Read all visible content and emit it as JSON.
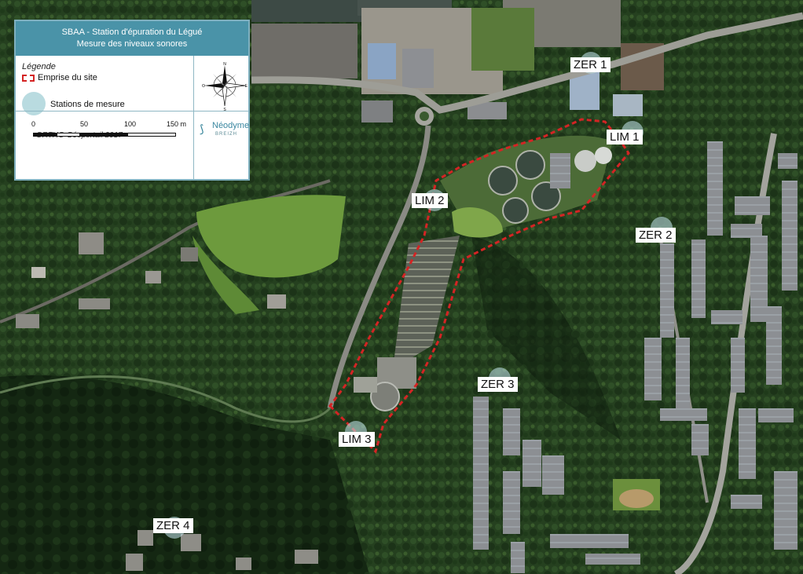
{
  "legend": {
    "title_line1": "SBAA - Station d'épuration du Légué",
    "title_line2": "Mesure des niveaux sonores",
    "legend_title": "Légende",
    "site_label": "Emprise du site",
    "station_label": "Stations de mesure",
    "source": "ORTHO Géoportail 2017",
    "scale": {
      "ticks": [
        "0",
        "50",
        "100",
        "150 m"
      ]
    }
  },
  "compass": {
    "labels": [
      "N",
      "S",
      "E",
      "O"
    ]
  },
  "branding": {
    "name": "Néodyme",
    "sub": "BREIZH",
    "icon": "neodyme-logo-icon"
  },
  "stations": [
    {
      "id": "zer1",
      "label": "ZER 1"
    },
    {
      "id": "lim1",
      "label": "LIM 1"
    },
    {
      "id": "lim2",
      "label": "LIM 2"
    },
    {
      "id": "zer2",
      "label": "ZER 2"
    },
    {
      "id": "zer3",
      "label": "ZER 3"
    },
    {
      "id": "lim3",
      "label": "LIM 3"
    },
    {
      "id": "zer4",
      "label": "ZER 4"
    }
  ],
  "colors": {
    "site_boundary": "#d42424",
    "station_marker": "#b9dbe0",
    "header": "#4a93a8",
    "forest": "#25401f",
    "meadow": "#6d9a3d"
  }
}
